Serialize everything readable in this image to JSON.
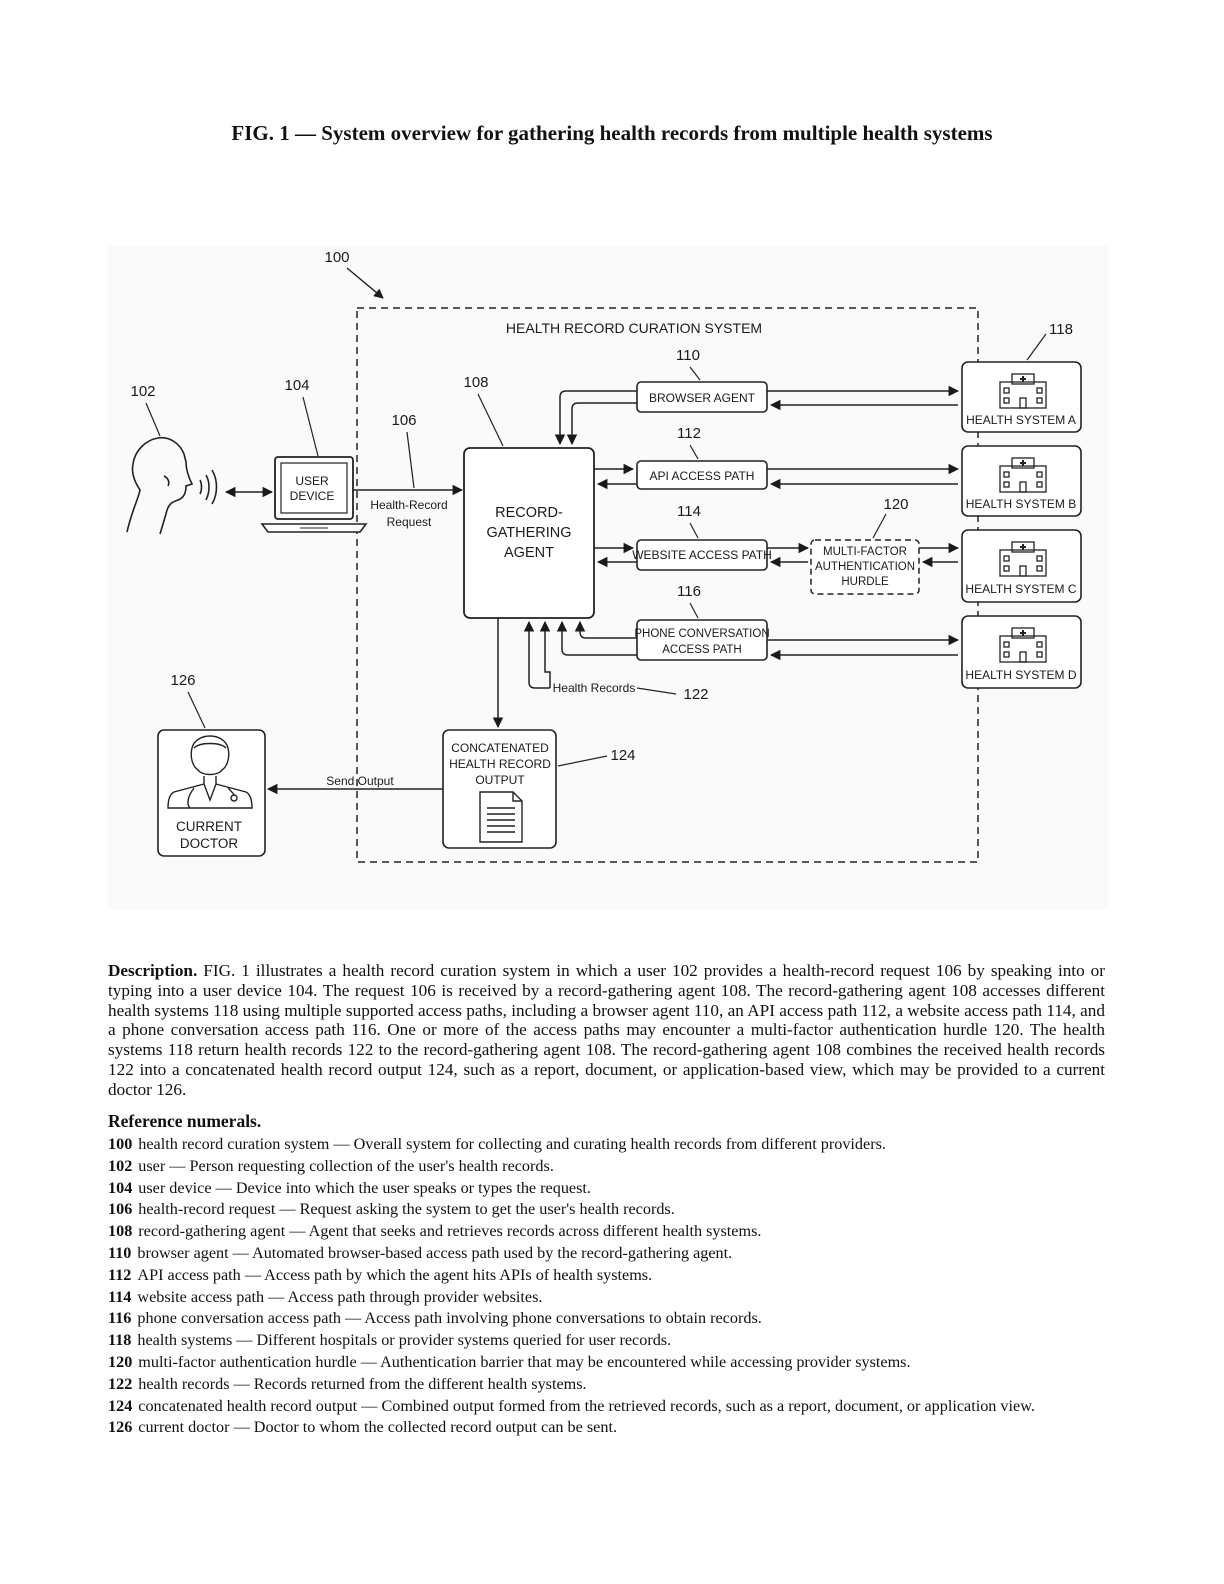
{
  "title": "FIG. 1 — System overview for gathering health records from multiple health systems",
  "figure": {
    "system_ref": "100",
    "system_label": "HEALTH RECORD CURATION SYSTEM",
    "user_ref": "102",
    "device_ref": "104",
    "device_label_1": "USER",
    "device_label_2": "DEVICE",
    "request_ref": "106",
    "request_label_1": "Health-Record",
    "request_label_2": "Request",
    "agent_ref": "108",
    "agent_label_1": "RECORD-",
    "agent_label_2": "GATHERING",
    "agent_label_3": "AGENT",
    "browser_ref": "110",
    "browser_label": "BROWSER AGENT",
    "api_ref": "112",
    "api_label": "API ACCESS PATH",
    "website_ref": "114",
    "website_label": "WEBSITE ACCESS PATH",
    "phone_ref": "116",
    "phone_label_1": "PHONE CONVERSATION",
    "phone_label_2": "ACCESS PATH",
    "health_systems_ref": "118",
    "hs_a": "HEALTH SYSTEM A",
    "hs_b": "HEALTH SYSTEM B",
    "hs_c": "HEALTH SYSTEM C",
    "hs_d": "HEALTH SYSTEM D",
    "mfa_ref": "120",
    "mfa_label_1": "MULTI-FACTOR",
    "mfa_label_2": "AUTHENTICATION",
    "mfa_label_3": "HURDLE",
    "records_ref": "122",
    "records_label": "Health Records",
    "output_ref": "124",
    "output_label_1": "CONCATENATED",
    "output_label_2": "HEALTH RECORD",
    "output_label_3": "OUTPUT",
    "doctor_ref": "126",
    "doctor_label_1": "CURRENT",
    "doctor_label_2": "DOCTOR",
    "send_label": "Send Output"
  },
  "description": {
    "lead": "Description.",
    "text": "FIG. 1 illustrates a health record curation system in which a user 102 provides a health-record request 106 by speaking into or typing into a user device 104. The request 106 is received by a record-gathering agent 108. The record-gathering agent 108 accesses different health systems 118 using multiple supported access paths, including a browser agent 110, an API access path 112, a website access path 114, and a phone conversation access path 116. One or more of the access paths may encounter a multi-factor authentication hurdle 120. The health systems 118 return health records 122 to the record-gathering agent 108. The record-gathering agent 108 combines the received health records 122 into a concatenated health record output 124, such as a report, document, or application-based view, which may be provided to a current doctor 126."
  },
  "references": {
    "heading": "Reference numerals.",
    "items": [
      {
        "num": "100",
        "text": "health record curation system — Overall system for collecting and curating health records from different providers."
      },
      {
        "num": "102",
        "text": "user — Person requesting collection of the user's health records."
      },
      {
        "num": "104",
        "text": "user device — Device into which the user speaks or types the request."
      },
      {
        "num": "106",
        "text": "health-record request — Request asking the system to get the user's health records."
      },
      {
        "num": "108",
        "text": "record-gathering agent — Agent that seeks and retrieves records across different health systems."
      },
      {
        "num": "110",
        "text": "browser agent — Automated browser-based access path used by the record-gathering agent."
      },
      {
        "num": "112",
        "text": "API access path — Access path by which the agent hits APIs of health systems."
      },
      {
        "num": "114",
        "text": "website access path — Access path through provider websites."
      },
      {
        "num": "116",
        "text": "phone conversation access path — Access path involving phone conversations to obtain records."
      },
      {
        "num": "118",
        "text": "health systems — Different hospitals or provider systems queried for user records."
      },
      {
        "num": "120",
        "text": "multi-factor authentication hurdle — Authentication barrier that may be encountered while accessing provider systems."
      },
      {
        "num": "122",
        "text": "health records — Records returned from the different health systems."
      },
      {
        "num": "124",
        "text": "concatenated health record output — Combined output formed from the retrieved records, such as a report, document, or application view."
      },
      {
        "num": "126",
        "text": "current doctor — Doctor to whom the collected record output can be sent."
      }
    ]
  }
}
